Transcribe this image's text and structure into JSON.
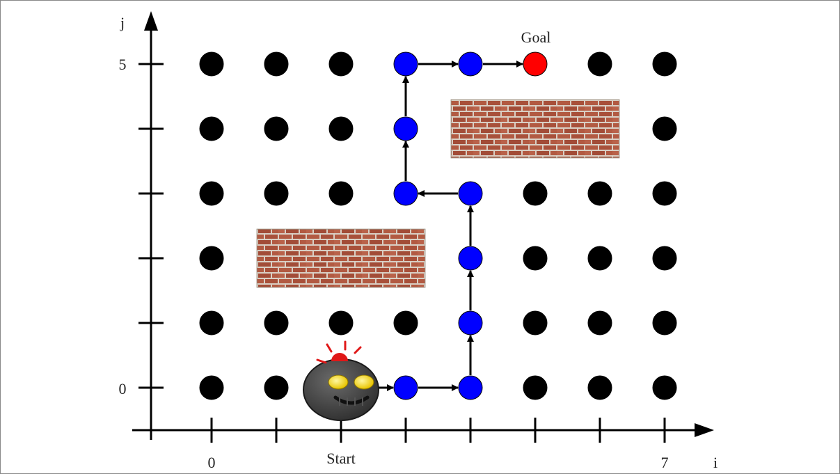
{
  "labels": {
    "y_axis": "j",
    "x_axis": "i",
    "x_tick_0": "0",
    "x_tick_7": "7",
    "y_tick_0": "0",
    "y_tick_5": "5",
    "start": "Start",
    "goal": "Goal"
  },
  "grid": {
    "columns": 8,
    "rows": 6
  },
  "colors": {
    "node": "#000000",
    "path_node": "#0000ff",
    "goal_node": "#ff0000",
    "brick": "#b0563f",
    "mortar": "#d9cfc4"
  },
  "robot_cell": [
    2,
    0
  ],
  "goal_cell": [
    5,
    5
  ],
  "path_cells": [
    [
      3,
      0
    ],
    [
      4,
      0
    ],
    [
      4,
      1
    ],
    [
      4,
      2
    ],
    [
      4,
      3
    ],
    [
      3,
      3
    ],
    [
      3,
      4
    ],
    [
      3,
      5
    ],
    [
      4,
      5
    ]
  ],
  "path_route": [
    [
      2,
      0
    ],
    [
      3,
      0
    ],
    [
      4,
      0
    ],
    [
      4,
      1
    ],
    [
      4,
      2
    ],
    [
      4,
      3
    ],
    [
      3,
      3
    ],
    [
      3,
      4
    ],
    [
      3,
      5
    ],
    [
      4,
      5
    ],
    [
      5,
      5
    ]
  ],
  "walls": [
    {
      "name": "wall-upper",
      "from": [
        3.7,
        3.55
      ],
      "to": [
        6.3,
        4.45
      ]
    },
    {
      "name": "wall-lower",
      "from": [
        0.7,
        1.55
      ],
      "to": [
        3.3,
        2.45
      ]
    }
  ],
  "icons": {
    "robot": "robot-icon",
    "brick": "brick-wall-icon"
  }
}
